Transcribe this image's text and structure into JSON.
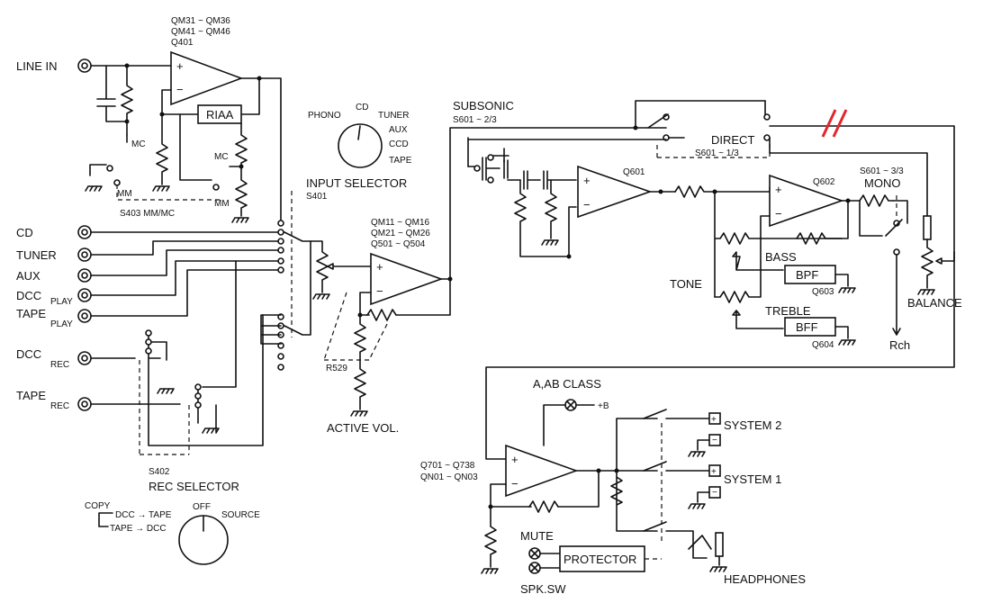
{
  "diagram": {
    "inputs": {
      "line_in": "LINE IN",
      "cd": "CD",
      "tuner": "TUNER",
      "aux": "AUX",
      "dcc_play": "DCC",
      "dcc_play_sub": "PLAY",
      "tape_play": "TAPE",
      "tape_play_sub": "PLAY",
      "dcc_rec": "DCC",
      "dcc_rec_sub": "REC",
      "tape_rec": "TAPE",
      "tape_rec_sub": "REC"
    },
    "phono_stage": {
      "transistors": [
        "QM31 ~ QM36",
        "QM41 ~ QM46",
        "Q401"
      ],
      "riaa": "RIAA",
      "mc_label_1": "MC",
      "mc_label_2": "MC",
      "mm_label_1": "MM",
      "mm_label_2": "MM",
      "switch": "S403  MM/MC"
    },
    "input_selector": {
      "title": "INPUT SELECTOR",
      "switch": "S401",
      "positions": [
        "PHONO",
        "CD",
        "TUNER",
        "AUX",
        "CCD",
        "TAPE"
      ]
    },
    "active_stage": {
      "transistors": [
        "QM11 ~ QM16",
        "QM21 ~ QM26",
        "Q501 ~ Q504"
      ],
      "resistor": "R529",
      "volume": "ACTIVE VOL."
    },
    "rec_selector": {
      "switch": "S402",
      "title": "REC SELECTOR",
      "copy": "COPY",
      "dcc_to_tape": "DCC → TAPE",
      "tape_to_dcc": "TAPE → DCC",
      "off": "OFF",
      "source": "SOURCE"
    },
    "tone_section": {
      "subsonic": "SUBSONIC",
      "subsonic_switch": "S601 ~ 2/3",
      "direct": "DIRECT",
      "direct_switch": "S601 ~ 1/3",
      "q601": "Q601",
      "q602": "Q602",
      "mono_switch": "S601 ~ 3/3",
      "mono": "MONO",
      "bass": "BASS",
      "bpf": "BPF",
      "q603": "Q603",
      "tone": "TONE",
      "treble": "TREBLE",
      "bff": "BFF",
      "q604": "Q604",
      "balance": "BALANCE",
      "rch": "Rch"
    },
    "power_stage": {
      "class": "A,AB CLASS",
      "plus_b": "+B",
      "transistors": [
        "Q701 ~ Q738",
        "QN01 ~ QN03"
      ],
      "system2": "SYSTEM 2",
      "system1": "SYSTEM 1",
      "mute": "MUTE",
      "protector": "PROTECTOR",
      "spk_sw": "SPK.SW",
      "headphones": "HEADPHONES"
    },
    "colors": {
      "ink": "#111111",
      "break_mark": "#e0272b",
      "paper": "#ffffff"
    }
  }
}
